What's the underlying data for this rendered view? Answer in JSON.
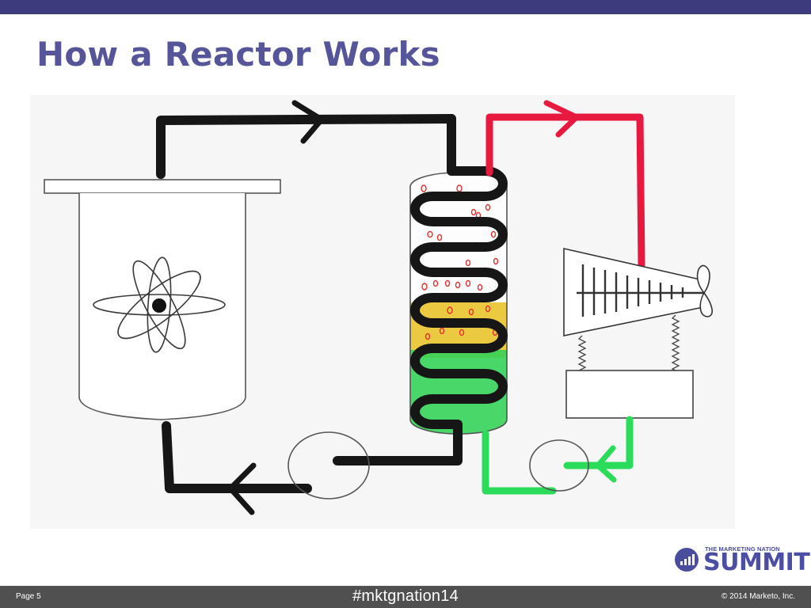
{
  "slide": {
    "title": "How a Reactor Works"
  },
  "diagram": {
    "colors": {
      "primary_loop": "#161616",
      "steam_line": "#e8193f",
      "condensate_line": "#2bdc5b",
      "outline": "#555555",
      "heated_zone": "#e8c020",
      "liquid_zone": "#35d35a",
      "bubbles": "#e03030"
    },
    "components": [
      {
        "name": "reactor-vessel",
        "icon": "atom-icon"
      },
      {
        "name": "steam-generator"
      },
      {
        "name": "turbine",
        "icon": "propeller-icon"
      },
      {
        "name": "generator"
      },
      {
        "name": "primary-pump"
      },
      {
        "name": "feedwater-pump"
      }
    ]
  },
  "logo": {
    "tagline": "THE MARKETING NATION",
    "wordmark": "SUMMIT",
    "color": "#4a4c9e"
  },
  "footer": {
    "page_label": "Page 5",
    "hashtag": "#mktgnation14",
    "copyright": "© 2014 Marketo, Inc."
  }
}
